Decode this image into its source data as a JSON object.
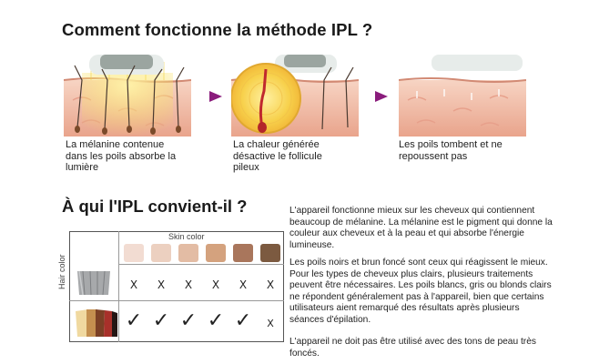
{
  "heading_ipl_method": "Comment fonctionne la méthode IPL ?",
  "steps": [
    {
      "caption_lines": [
        "La mélanine contenue",
        "dans les poils absorbe la",
        "lumière"
      ]
    },
    {
      "caption_lines": [
        "La chaleur générée",
        "désactive le follicule",
        "pileux"
      ]
    },
    {
      "caption_lines": [
        "Les poils tombent et ne",
        "repoussent pas"
      ]
    }
  ],
  "heading_suitability": "À qui l'IPL convient-il ?",
  "table": {
    "skin_label": "Skin color",
    "hair_label": "Hair color",
    "skin_colors": [
      "#f2dcd2",
      "#ecd0c0",
      "#e3bca4",
      "#d4a27e",
      "#a9765c",
      "#7c5a40"
    ],
    "row_light": [
      "X",
      "X",
      "X",
      "X",
      "X",
      "X"
    ],
    "row_dark": [
      "✓",
      "✓",
      "✓",
      "✓",
      "✓",
      "X"
    ]
  },
  "paragraphs": [
    [
      "L'appareil fonctionne mieux sur les cheveux qui contiennent",
      "beaucoup de mélanine. La mélanine est le pigment qui donne la",
      "couleur aux cheveux et à la peau et qui absorbe l'énergie",
      "lumineuse."
    ],
    [
      "Les poils noirs et brun foncé sont ceux qui réagissent le mieux.",
      "Pour les types de cheveux plus clairs, plusieurs traitements",
      "peuvent être nécessaires. Les poils blancs, gris ou blonds clairs",
      "ne répondent généralement pas à l'appareil, bien que certains",
      "utilisateurs aient remarqué des résultats après plusieurs",
      "séances d'épilation."
    ],
    [
      "L'appareil ne doit pas être utilisé avec des tons de peau très",
      "foncés."
    ]
  ],
  "colors": {
    "arrow": "#8a1c7c",
    "skin_top": "#f6c9b4",
    "skin_bottom": "#eca78f",
    "light_glow": "#f7d94a"
  }
}
